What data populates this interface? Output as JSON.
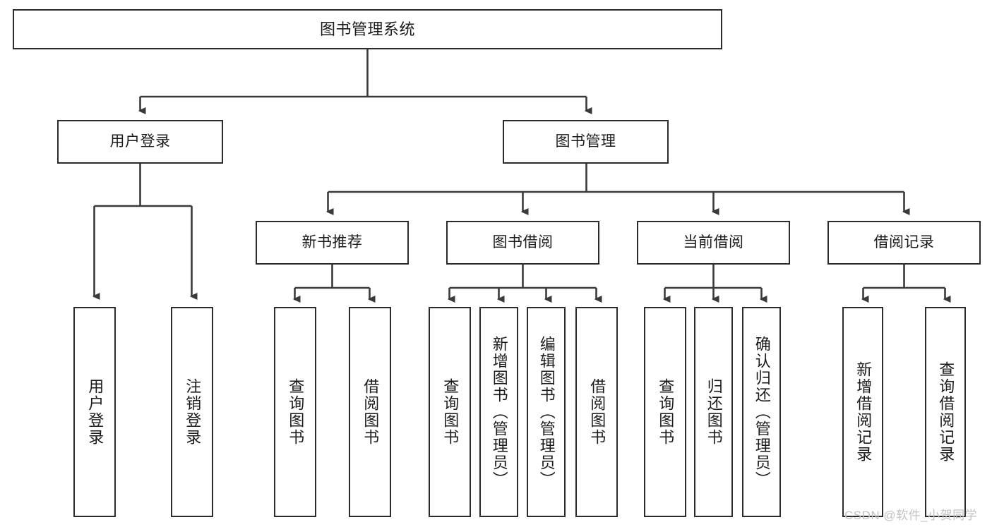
{
  "diagram": {
    "title": "图书管理系统",
    "root": {
      "label": "图书管理系统"
    },
    "level2": [
      {
        "label": "用户登录"
      },
      {
        "label": "图书管理"
      }
    ],
    "level3": [
      {
        "label": "新书推荐"
      },
      {
        "label": "图书借阅"
      },
      {
        "label": "当前借阅"
      },
      {
        "label": "借阅记录"
      }
    ],
    "leaves": {
      "user_login": [
        {
          "label": "用户登录"
        },
        {
          "label": "注销登录"
        }
      ],
      "new_book": [
        {
          "label": "查询图书"
        },
        {
          "label": "借阅图书"
        }
      ],
      "borrow_book": [
        {
          "label": "查询图书"
        },
        {
          "label": "新增图书（管理员）"
        },
        {
          "label": "编辑图书（管理员）"
        },
        {
          "label": "借阅图书"
        }
      ],
      "current_borrow": [
        {
          "label": "查询图书"
        },
        {
          "label": "归还图书"
        },
        {
          "label": "确认归还（管理员）"
        }
      ],
      "borrow_record": [
        {
          "label": "新增借阅记录"
        },
        {
          "label": "查询借阅记录"
        }
      ]
    }
  },
  "watermark": {
    "text": "CSDN @软件_小贺同学"
  },
  "colors": {
    "box_border": "#2b2b2b",
    "box_fill": "#ffffff",
    "text": "#1b1b1b",
    "connector": "#3a3a3a",
    "watermark": "#c2c2c2"
  }
}
